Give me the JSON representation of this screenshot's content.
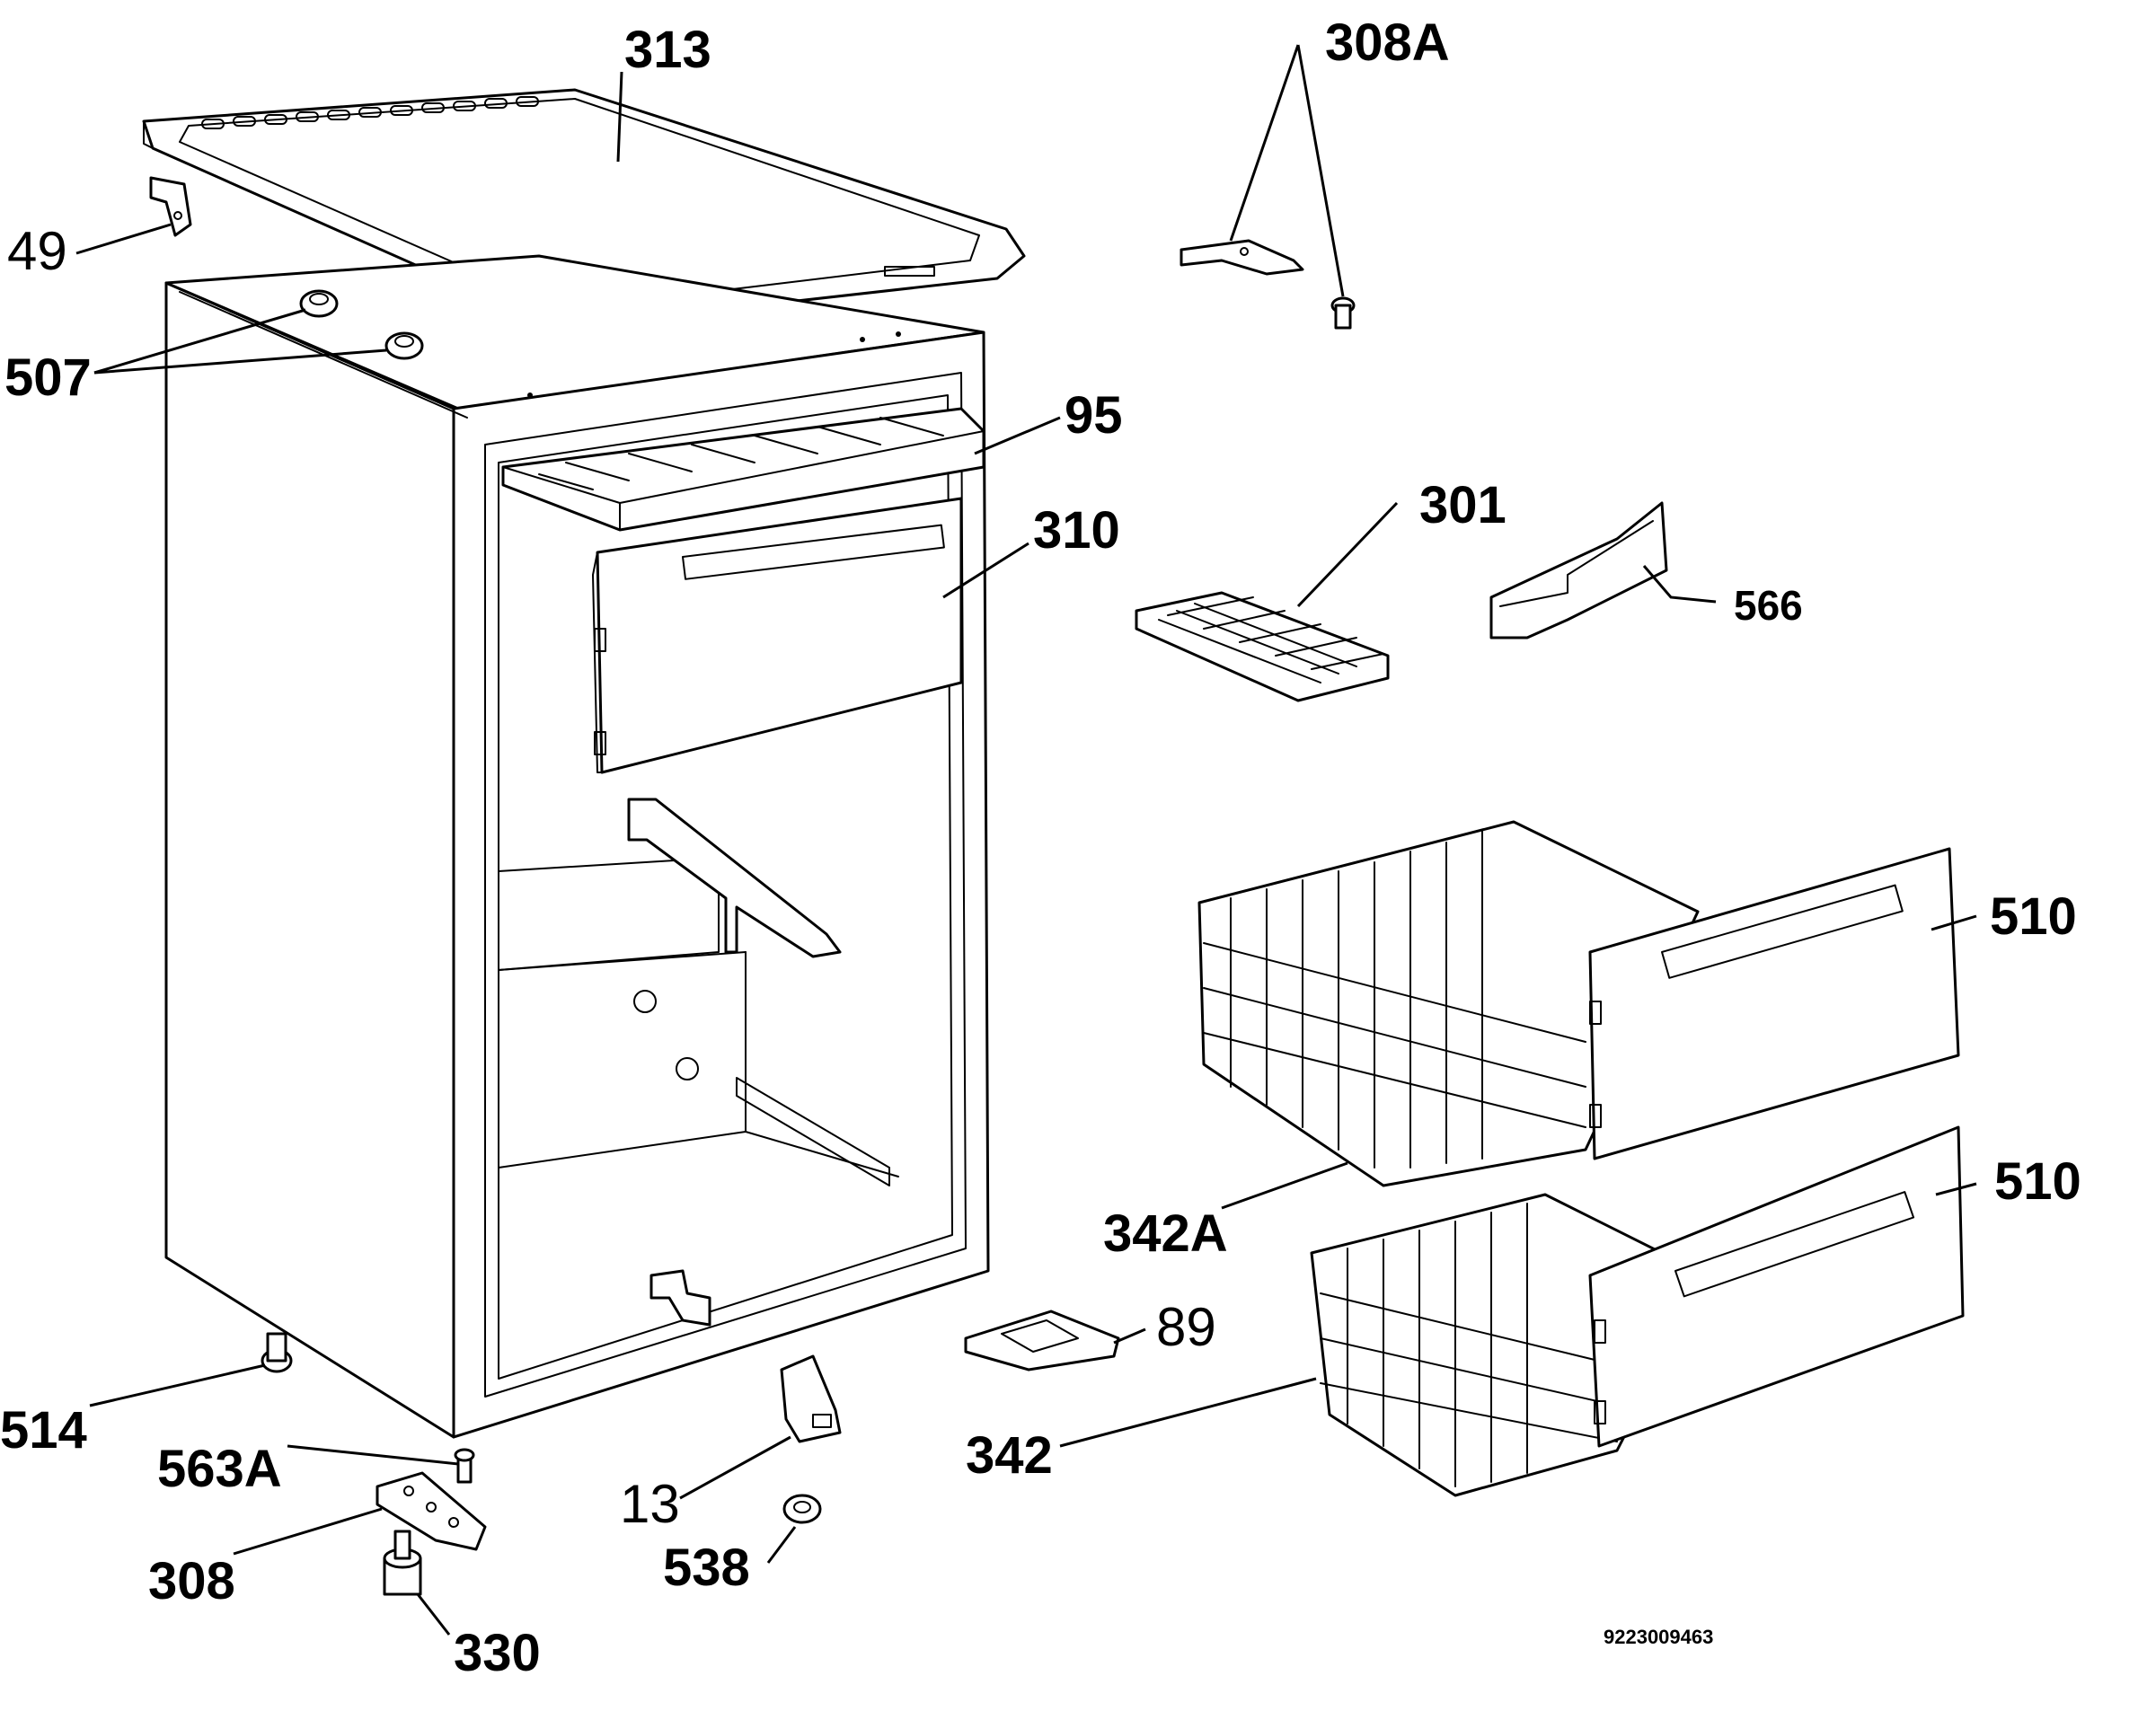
{
  "labels": {
    "l313": "313",
    "l308A": "308A",
    "l49": "49",
    "l507": "507",
    "l95": "95",
    "l310": "310",
    "l301": "301",
    "l566": "566",
    "l510_top": "510",
    "l510_bottom": "510",
    "l342A": "342A",
    "l89": "89",
    "l342": "342",
    "l514": "514",
    "l563A": "563A",
    "l308": "308",
    "l330": "330",
    "l13": "13",
    "l538": "538"
  },
  "reference_number": "9223009463"
}
